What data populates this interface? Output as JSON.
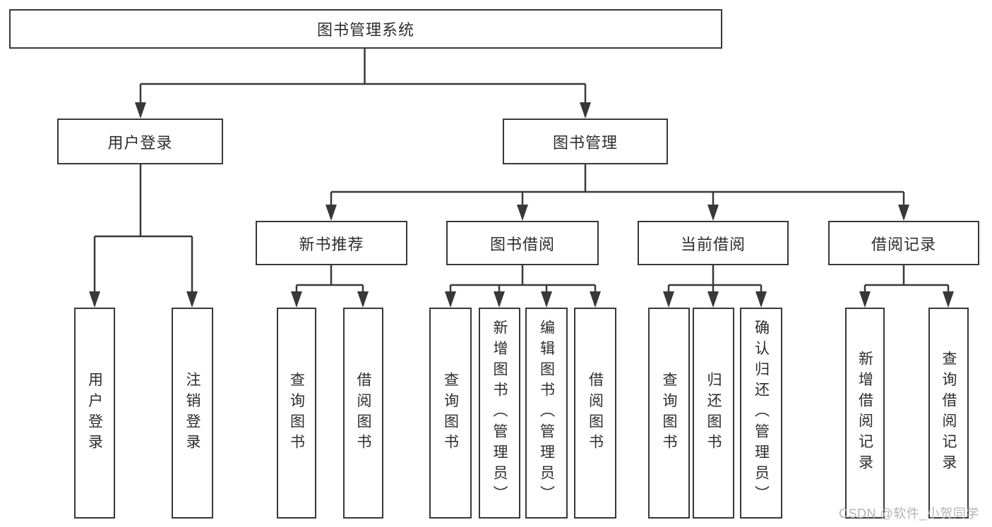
{
  "diagram": {
    "root": {
      "label": "图书管理系统"
    },
    "level2": [
      {
        "label": "用户登录"
      },
      {
        "label": "图书管理"
      }
    ],
    "level3": [
      {
        "label": "新书推荐"
      },
      {
        "label": "图书借阅"
      },
      {
        "label": "当前借阅"
      },
      {
        "label": "借阅记录"
      }
    ],
    "leaves": {
      "user_login": [
        "用户登录",
        "注销登录"
      ],
      "new_book_recommend": [
        "查询图书",
        "借阅图书"
      ],
      "book_borrow": [
        "查询图书",
        "新增图书（管理员）",
        "编辑图书（管理员）",
        "借阅图书"
      ],
      "current_borrow": [
        "查询图书",
        "归还图书",
        "确认归还（管理员）"
      ],
      "borrow_records": [
        "新增借阅记录",
        "查询借阅记录"
      ]
    }
  },
  "watermark": "CSDN @软件_小贺同学",
  "colors": {
    "line": "#383838",
    "text": "#2d2d2d",
    "watermark": "#b4b4b4",
    "background": "#ffffff"
  }
}
